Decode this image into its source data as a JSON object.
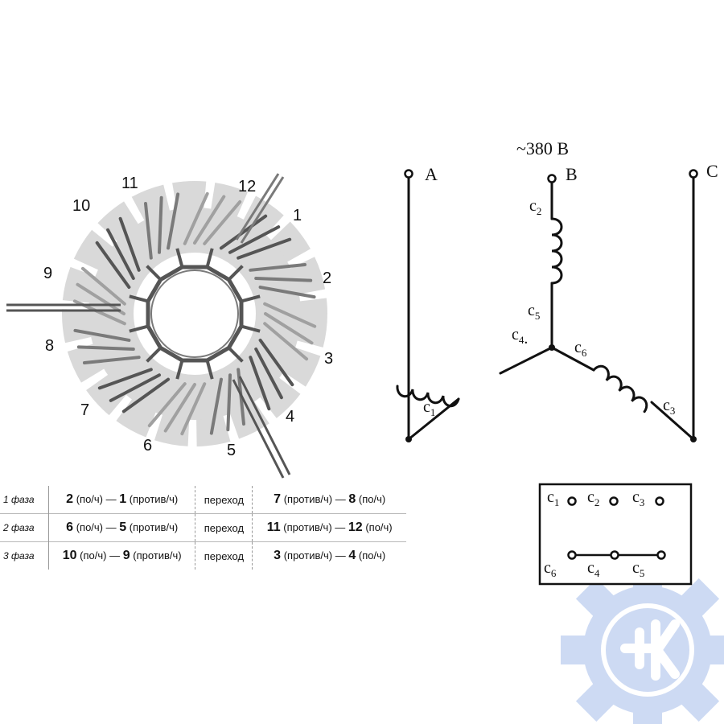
{
  "stator": {
    "slot_labels": [
      "1",
      "2",
      "3",
      "4",
      "5",
      "6",
      "7",
      "8",
      "9",
      "10",
      "11",
      "12"
    ]
  },
  "table": {
    "rows": [
      {
        "phase": "1 фаза",
        "a1": "2",
        "a1_note": "(по/ч)",
        "a2": "1",
        "a2_note": "(против/ч)",
        "transition": "переход",
        "b1": "7",
        "b1_note": "(против/ч)",
        "b2": "8",
        "b2_note": "(по/ч)"
      },
      {
        "phase": "2 фаза",
        "a1": "6",
        "a1_note": "(по/ч)",
        "a2": "5",
        "a2_note": "(против/ч)",
        "transition": "переход",
        "b1": "11",
        "b1_note": "(против/ч)",
        "b2": "12",
        "b2_note": "(по/ч)"
      },
      {
        "phase": "3 фаза",
        "a1": "10",
        "a1_note": "(по/ч)",
        "a2": "9",
        "a2_note": "(против/ч)",
        "transition": "переход",
        "b1": "3",
        "b1_note": "(против/ч)",
        "b2": "4",
        "b2_note": "(по/ч)"
      }
    ],
    "dash": "—"
  },
  "schematic": {
    "voltage": "~380 В",
    "terminals": [
      "A",
      "B",
      "C"
    ],
    "coil_ends": {
      "c1": {
        "letter": "c",
        "index": "1"
      },
      "c2": {
        "letter": "c",
        "index": "2"
      },
      "c3": {
        "letter": "c",
        "index": "3"
      },
      "c4": {
        "letter": "c",
        "index": "4",
        "suffix": "."
      },
      "c5": {
        "letter": "c",
        "index": "5"
      },
      "c6": {
        "letter": "c",
        "index": "6"
      }
    }
  },
  "terminal_box": {
    "top_row": [
      {
        "letter": "c",
        "index": "1"
      },
      {
        "letter": "c",
        "index": "2"
      },
      {
        "letter": "c",
        "index": "3"
      }
    ],
    "bottom_row": [
      {
        "letter": "c",
        "index": "6"
      },
      {
        "letter": "c",
        "index": "4"
      },
      {
        "letter": "c",
        "index": "5"
      }
    ]
  },
  "colors": {
    "stator_fill": "#d9d9d9",
    "wire_dark": "#555555",
    "wire_mid": "#7a7a7a",
    "wire_light": "#a0a0a0",
    "line": "#111111",
    "watermark": "#c8d6f2"
  },
  "watermark": {
    "icon": "gear-k-logo"
  }
}
